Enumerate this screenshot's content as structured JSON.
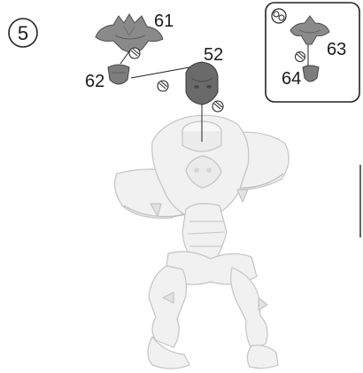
{
  "step": {
    "number": "5"
  },
  "parts": {
    "p61": "61",
    "p62": "62",
    "p52": "52",
    "p63": "63",
    "p64": "64"
  },
  "icons": {
    "glue": "glue-icon",
    "optional": "optional-parts-icon"
  },
  "colors": {
    "part_gray": "#8a8a8a",
    "part_dark": "#5e5e5e",
    "model_fill": "#f1f1f1",
    "model_stroke": "#c4c4c4",
    "outline": "#222222"
  }
}
